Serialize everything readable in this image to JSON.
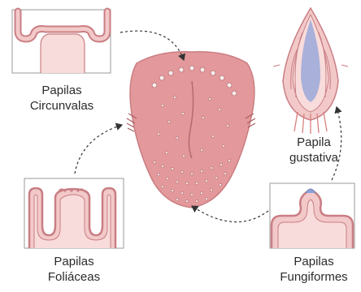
{
  "labels": {
    "circunvalas": {
      "line1": "Papilas",
      "line2": "Circunvalas"
    },
    "foliaceas": {
      "line1": "Papilas",
      "line2": "Foliáceas"
    },
    "gustativa": {
      "line1": "Papila",
      "line2": "gustativa"
    },
    "fungiformes": {
      "line1": "Papilas",
      "line2": "Fungiformes"
    }
  },
  "colors": {
    "tongue": "#e3999b",
    "tongue_edge": "#c97d80",
    "papilla_tissue": "#f2c9c8",
    "papilla_edge": "#c97e84",
    "box_border": "#9a9a9a",
    "bud_blue": "#8fa2d8",
    "arrow": "#333333"
  },
  "icons": [
    "tongue-illustration",
    "circumvallate-papilla-icon",
    "foliate-papilla-icon",
    "fungiform-papilla-icon",
    "taste-bud-icon"
  ]
}
